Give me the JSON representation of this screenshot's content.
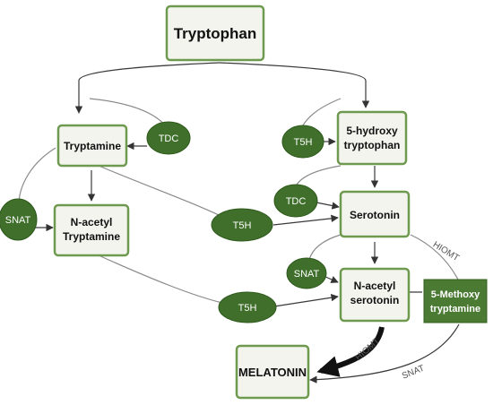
{
  "nodes": {
    "tryptophan": "Tryptophan",
    "tryptamine": "Tryptamine",
    "hydroxytryptophan": [
      "5-hydroxy",
      "tryptophan"
    ],
    "serotonin": "Serotonin",
    "n_acetyl_tryptamine": [
      "N-acetyl",
      "Tryptamine"
    ],
    "n_acetyl_serotonin": [
      "N-acetyl",
      "serotonin"
    ],
    "methoxytryptamine": [
      "5-Methoxy",
      "tryptamine"
    ],
    "melatonin": "MELATONIN"
  },
  "enzymes": {
    "tdc": "TDC",
    "t5h": "T5H",
    "snat": "SNAT",
    "hiomt": "HIOMT"
  },
  "colors": {
    "enzyme_fill": "#3f6f2a",
    "box_border": "#6e9a4f",
    "box_fill": "#f4f4ee",
    "methoxy_fill": "#4b7a33"
  }
}
